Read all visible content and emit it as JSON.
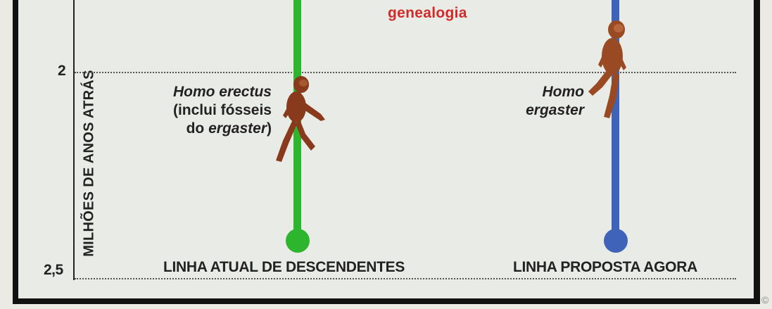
{
  "header": {
    "title": "genealogia"
  },
  "axis": {
    "title": "MILHÕES DE ANOS ATRÁS",
    "ticks": [
      "2",
      "2,5"
    ]
  },
  "lineages": [
    {
      "caption": "LINHA ATUAL DE DESCENDENTES",
      "color": "#2db52d",
      "species": {
        "line1": "Homo erectus",
        "line2": "(inclui fósseis",
        "line3_prefix": "do ",
        "line3_italic": "ergaster",
        "line3_suffix": ")"
      }
    },
    {
      "caption": "LINHA PROPOSTA AGORA",
      "color": "#3e63b8",
      "species": {
        "line1": "Homo",
        "line2": "ergaster"
      }
    }
  ],
  "icons": {
    "hominid_erectus": "walking-hominid-icon",
    "hominid_ergaster": "walking-hominid-icon"
  },
  "colors": {
    "header": "#d02a2a",
    "border": "#111111",
    "background": "#e9ebe6"
  },
  "footer": {
    "copyright": "©"
  }
}
